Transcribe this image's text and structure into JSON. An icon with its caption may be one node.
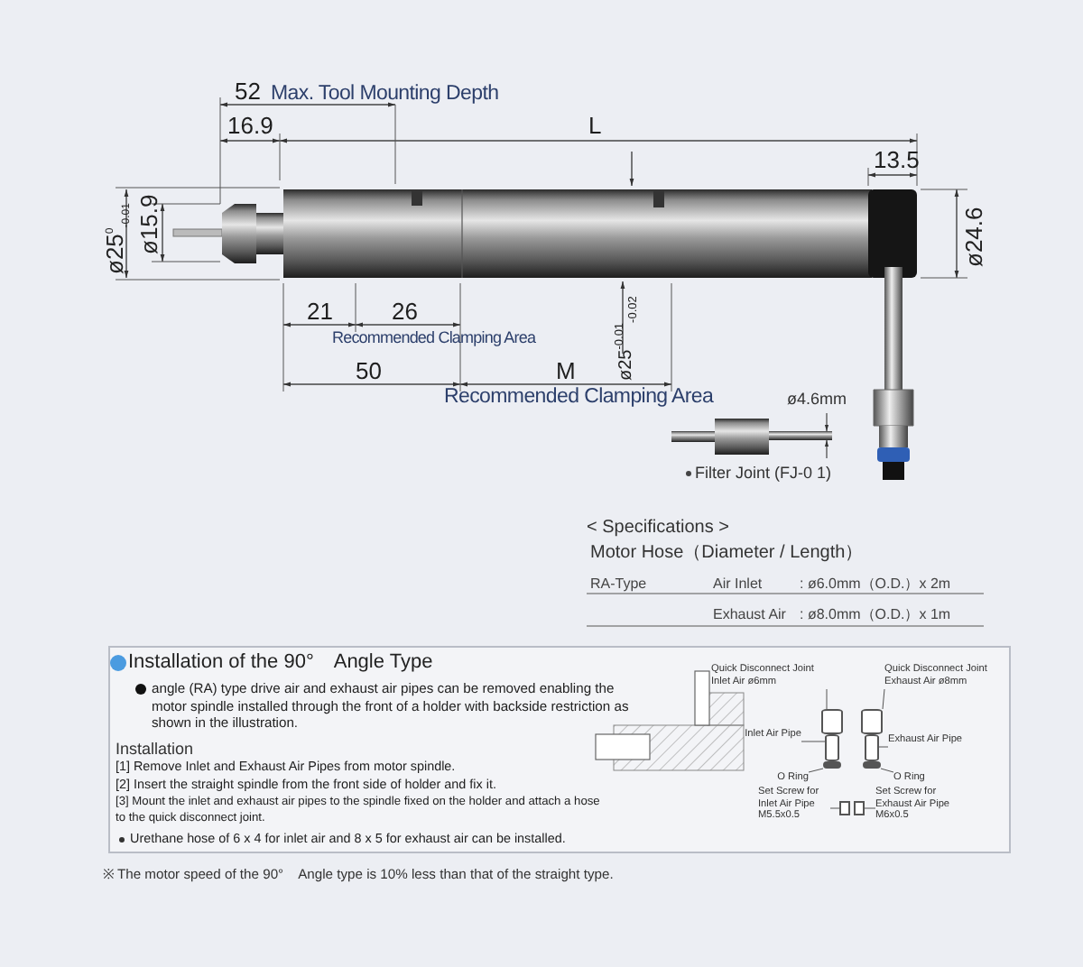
{
  "diagram": {
    "nodes": [
      {
        "text": [
          "Quick Disconnect Joint",
          "Inlet Air ø6mm"
        ]
      },
      {
        "text": [
          "Quick Disconnect Joint",
          "Exhaust Air ø8mm"
        ]
      },
      {
        "text": [
          "Inlet Air Pipe"
        ]
      },
      {
        "text": [
          "Exhaust Air Pipe"
        ]
      },
      {
        "text": [
          "O Ring"
        ]
      },
      {
        "text": [
          "O Ring"
        ]
      },
      {
        "text": [
          "Set Screw for Inlet Air Pipe",
          "M5.5x0.5"
        ]
      },
      {
        "text": [
          "Set Screw for Exhaust Air Pipe",
          "M6x0.5"
        ]
      },
      {
        "text": [],
        "shape": "cylinder"
      },
      {
        "text": [],
        "shape": "cylinder"
      },
      {
        "text": [],
        "shape": "cylinder"
      },
      {
        "text": [],
        "shape": "cylinder"
      },
      {
        "text": [],
        "shape": "bar"
      },
      {
        "text": [],
        "shape": "bar"
      },
      {
        "text": [],
        "shape": "box"
      },
      {
        "text": [],
        "shape": "box"
      }
    ],
    "edges": [
      {
        "from": 0,
        "to": 8,
        "arrow": "none"
      },
      {
        "from": 1,
        "to": 9,
        "arrow": "none"
      },
      {
        "from": 2,
        "to": 10,
        "arrow": "none"
      },
      {
        "from": 3,
        "to": 11,
        "arrow": "none"
      },
      {
        "from": 4,
        "to": 12,
        "arrow": "none"
      },
      {
        "from": 5,
        "to": 13,
        "arrow": "none"
      },
      {
        "from": 6,
        "to": 14,
        "arrow": "none"
      },
      {
        "from": 7,
        "to": 15,
        "arrow": "none"
      }
    ],
    "labels": [
      "52",
      "Max. Tool Mounting Depth",
      "16.9",
      "L",
      "13.5",
      "ø25$^{0}$$_{-0.01}$",
      "ø15.9",
      "ø24.6",
      "21",
      "26",
      "Recommended Clamping Area",
      "ø25$^{-0.01}$$_{-0.02}$",
      "50",
      "M",
      "Recommended Clamping Area",
      "ø4.6mm",
      "Filter Joint (FJ-0 1)",
      "< Specifications >",
      "Motor Hose（Diameter / Length）",
      "RA-Type",
      "Air Inlet",
      ": ø6.0mm（O.D.）x 2m",
      "Exhaust Air",
      ": ø8.0mm（O.D.）x 1m",
      "Installation of the 90°　Angle Type",
      "angle (RA) type drive air and exhaust air pipes can be removed enabling the motor spindle installed through the front of a holder with backside restriction as shown in the illustration.",
      "Installation",
      "[1] Remove Inlet and Exhaust Air Pipes from motor spindle.",
      "[2] Insert the straight spindle from the front side of holder and fix it.",
      "[3] Mount the inlet and exhaust air pipes to the spindle fixed on the holder and attach a hose to the quick disconnect joint.",
      "Urethane hose of 6 x 4 for inlet air and 8 x 5 for exhaust air can be installed.",
      "※ The motor speed of the 90°　Angle type is 10% less than that of the straight type."
    ]
  }
}
